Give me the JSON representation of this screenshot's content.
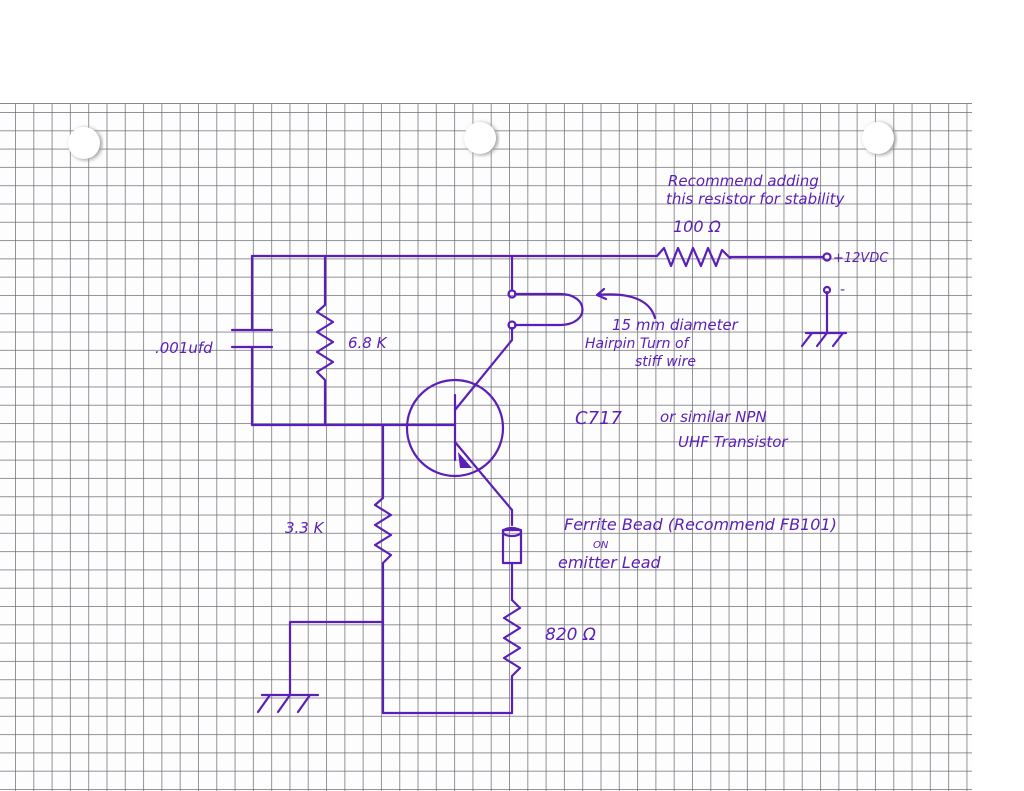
{
  "annotations": {
    "recommend_line1": "Recommend adding",
    "recommend_line2": "this resistor for stability",
    "hairpin_line1": "15 mm diameter",
    "hairpin_line2": "Hairpin Turn of",
    "hairpin_line3": "stiff wire",
    "transistor_part": "C717",
    "transistor_desc1": "or similar NPN",
    "transistor_desc2": "UHF Transistor",
    "bead_line1": "Ferrite Bead (Recommend FB101)",
    "bead_on": "ON",
    "bead_line2": "emitter Lead"
  },
  "components": {
    "stability_resistor": "100 Ω",
    "supply": "+12VDC",
    "supply_negative": "-",
    "capacitor": ".001ufd",
    "base_resistor": "6.8 K",
    "bias_resistor": "3.3 K",
    "emitter_resistor": "820 Ω"
  },
  "colors": {
    "ink": "#5b1fb8",
    "grid": "#6e6e78"
  }
}
